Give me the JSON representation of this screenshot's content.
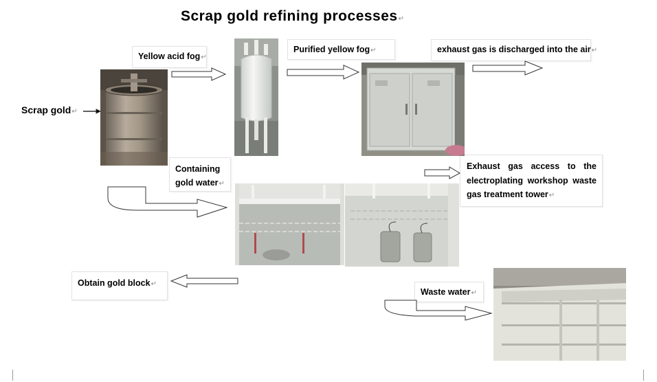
{
  "title": "Scrap gold refining processes",
  "paragraph_mark": "↵",
  "labels": {
    "scrap_gold": "Scrap gold",
    "yellow_acid_fog": "Yellow acid fog",
    "purified_yellow_fog": "Purified yellow fog",
    "exhaust_discharged": "exhaust gas is discharged into the air",
    "containing_gold_water": "Containing gold water",
    "exhaust_access": "Exhaust gas access to the electroplating workshop waste gas treatment tower",
    "obtain_gold_block": "Obtain gold block",
    "waste_water": "Waste water"
  },
  "photos": [
    {
      "name": "scrap-gold-melting-pot-photo",
      "subject": "stainless steel reaction vessel"
    },
    {
      "name": "acid-fog-tower-photo",
      "subject": "white PP absorption tower"
    },
    {
      "name": "purification-cabinet-photo",
      "subject": "white purification cabinet"
    },
    {
      "name": "fume-hood-left-photo",
      "subject": "fume hood with reactor"
    },
    {
      "name": "fume-hood-right-photo",
      "subject": "fume hood with two steel tanks"
    },
    {
      "name": "waste-water-tank-photo",
      "subject": "PP waste water tanks"
    }
  ],
  "colors": {
    "arrow_stroke": "#333333",
    "steel": "#9b9184",
    "pp_white": "#eef0ec",
    "cabinet_gray": "#c9ccc7"
  }
}
